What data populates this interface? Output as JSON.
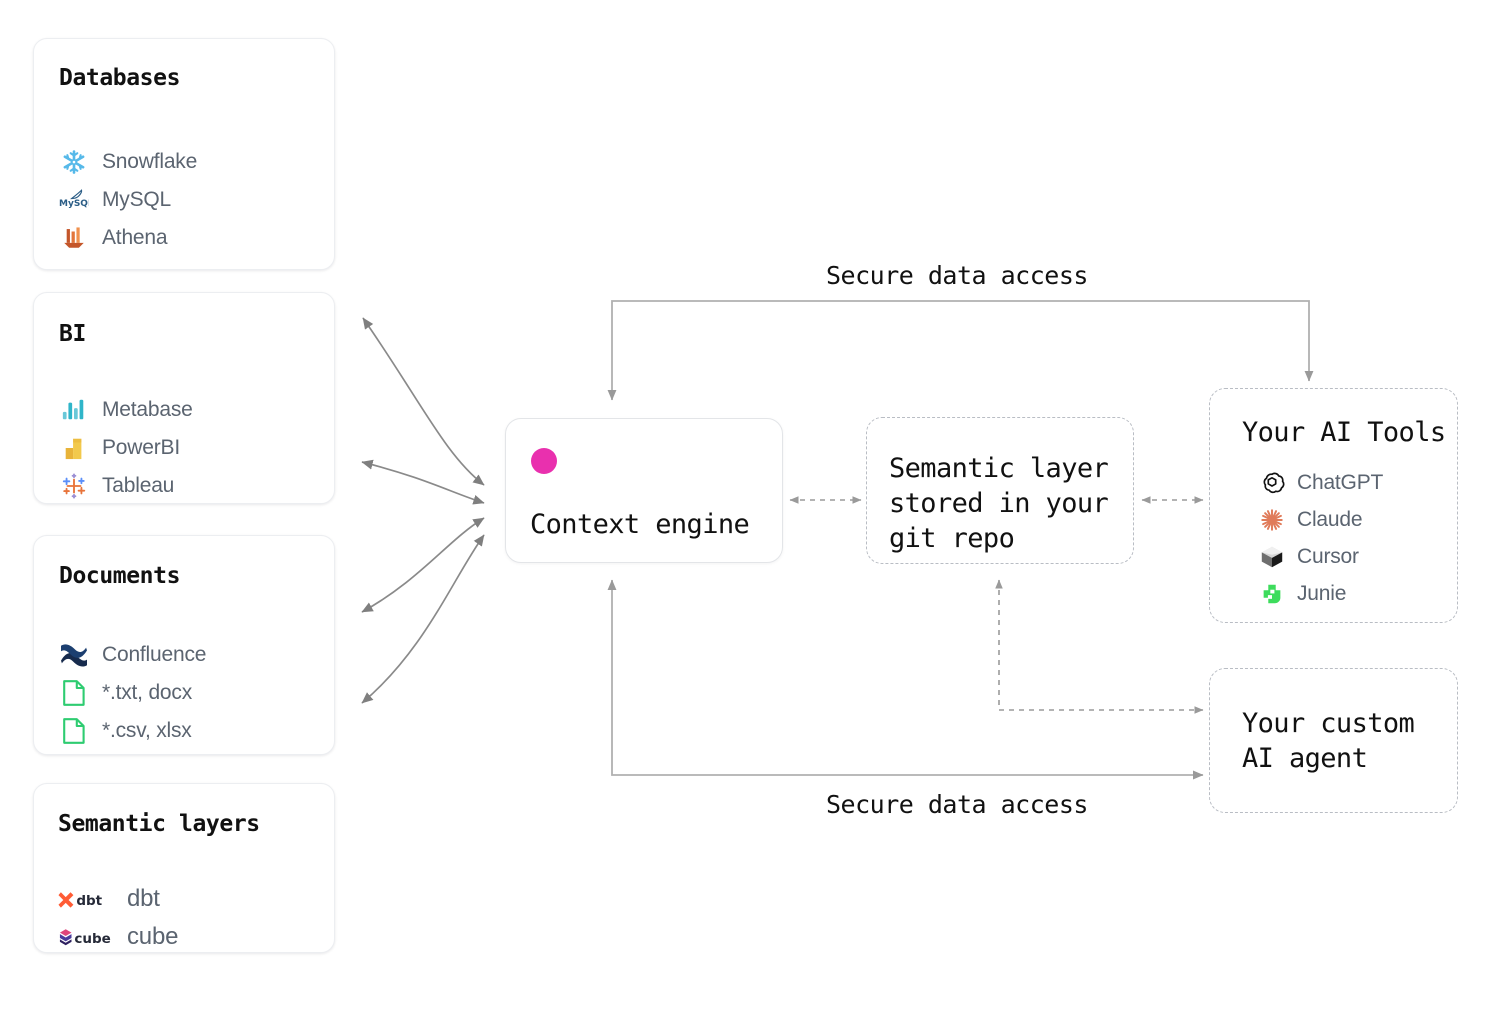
{
  "sources": [
    {
      "id": "databases",
      "title": "Databases",
      "items": [
        {
          "label": "Snowflake",
          "icon": "snowflake-icon"
        },
        {
          "label": "MySQL",
          "icon": "mysql-icon"
        },
        {
          "label": "Athena",
          "icon": "athena-icon"
        }
      ]
    },
    {
      "id": "bi",
      "title": "BI",
      "items": [
        {
          "label": "Metabase",
          "icon": "metabase-icon"
        },
        {
          "label": "PowerBI",
          "icon": "powerbi-icon"
        },
        {
          "label": "Tableau",
          "icon": "tableau-icon"
        }
      ]
    },
    {
      "id": "documents",
      "title": "Documents",
      "items": [
        {
          "label": "Confluence",
          "icon": "confluence-icon"
        },
        {
          "label": "*.txt, docx",
          "icon": "file-icon"
        },
        {
          "label": "*.csv, xlsx",
          "icon": "file-icon"
        }
      ]
    },
    {
      "id": "semantic-layers",
      "title": "Semantic layers",
      "items": [
        {
          "label": "dbt",
          "icon": "dbt-icon"
        },
        {
          "label": "cube",
          "icon": "cube-icon"
        }
      ]
    }
  ],
  "nodes": {
    "context_engine": {
      "label": "Context engine",
      "status_color": "#e930ae"
    },
    "semantic_layer": {
      "label": "Semantic layer\nstored in your\ngit repo"
    },
    "ai_tools": {
      "title": "Your AI Tools",
      "items": [
        {
          "label": "ChatGPT",
          "icon": "chatgpt-icon"
        },
        {
          "label": "Claude",
          "icon": "claude-icon"
        },
        {
          "label": "Cursor",
          "icon": "cursor-icon"
        },
        {
          "label": "Junie",
          "icon": "junie-icon"
        }
      ]
    },
    "custom_agent": {
      "label": "Your custom\nAI agent"
    }
  },
  "edges": {
    "top_label": "Secure data access",
    "bottom_label": "Secure data access"
  },
  "colors": {
    "accent": "#e930ae",
    "wire": "#9a9a9a",
    "wire_dashed": "#b9bdc4",
    "card_border": "#eceef1",
    "text_muted": "#5b6470"
  }
}
